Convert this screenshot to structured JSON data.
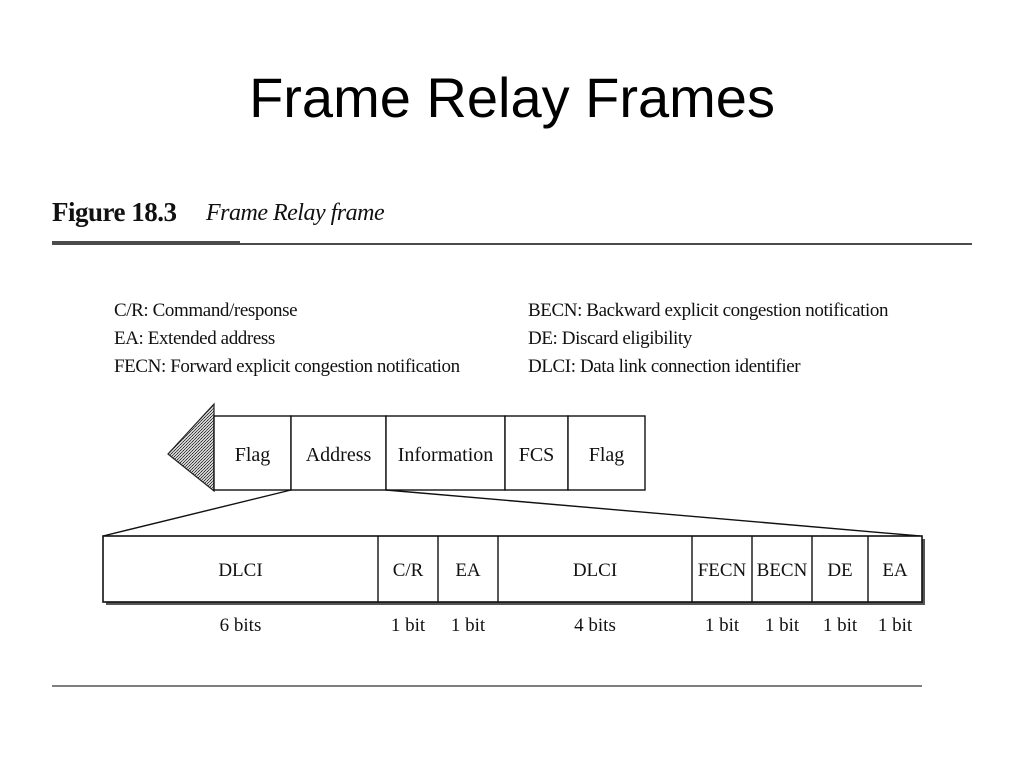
{
  "slide": {
    "title": "Frame Relay Frames"
  },
  "figure": {
    "number": "Figure 18.3",
    "caption": "Frame Relay frame"
  },
  "legend": {
    "left": [
      "C/R: Command/response",
      "EA: Extended address",
      "FECN: Forward explicit congestion notification"
    ],
    "right": [
      "BECN: Backward explicit congestion notification",
      "DE: Discard eligibility",
      "DLCI: Data link connection identifier"
    ]
  },
  "frame": {
    "fields": [
      "Flag",
      "Address",
      "Information",
      "FCS",
      "Flag"
    ]
  },
  "address_field": {
    "subfields": [
      {
        "label": "DLCI",
        "bits": "6 bits"
      },
      {
        "label": "C/R",
        "bits": "1 bit"
      },
      {
        "label": "EA",
        "bits": "1 bit"
      },
      {
        "label": "DLCI",
        "bits": "4 bits"
      },
      {
        "label": "FECN",
        "bits": "1 bit"
      },
      {
        "label": "BECN",
        "bits": "1 bit"
      },
      {
        "label": "DE",
        "bits": "1 bit"
      },
      {
        "label": "EA",
        "bits": "1 bit"
      }
    ]
  },
  "colors": {
    "line": "#111111",
    "shadow": "#555555",
    "arrow_fill": "#9a9a9a"
  }
}
